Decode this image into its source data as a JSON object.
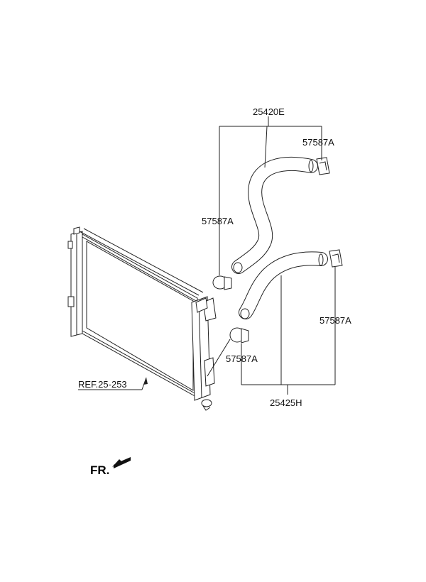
{
  "labels": {
    "upper_hose": "25420E",
    "lower_hose": "25425H",
    "clamp_upper_right": "57587A",
    "clamp_upper_left": "57587A",
    "clamp_lower_left": "57587A",
    "clamp_lower_right": "57587A",
    "reference": "REF.25-253",
    "front": "FR."
  }
}
